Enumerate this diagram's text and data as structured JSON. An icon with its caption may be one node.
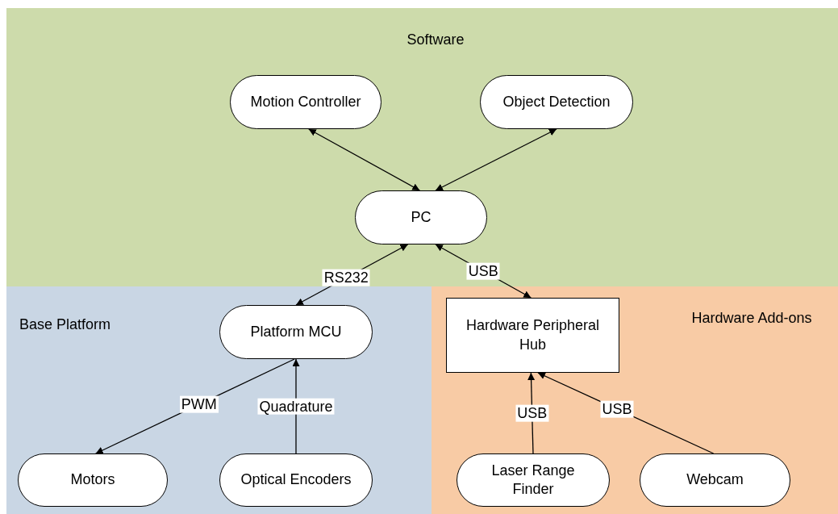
{
  "diagram": {
    "nodes": [
      {
        "text": [
          "Software"
        ]
      },
      {
        "text": [
          "Motion Controller"
        ],
        "in": 0
      },
      {
        "text": [
          "Object Detection"
        ],
        "in": 0
      },
      {
        "text": [
          "PC"
        ],
        "in": 0
      },
      {
        "text": [
          "Base Platform"
        ]
      },
      {
        "text": [
          "Platform MCU"
        ],
        "in": 4
      },
      {
        "text": [
          "Motors"
        ],
        "in": 4
      },
      {
        "text": [
          "Optical Encoders"
        ],
        "in": 4
      },
      {
        "text": [
          "Hardware Add-ons"
        ]
      },
      {
        "text": [
          "Hardware Peripheral Hub"
        ],
        "in": 8
      },
      {
        "text": [
          "Laser Range Finder"
        ],
        "in": 8
      },
      {
        "text": [
          "Webcam"
        ],
        "in": 8
      }
    ],
    "edges": [
      {
        "from": 1,
        "to": 3,
        "arrow": "both"
      },
      {
        "from": 2,
        "to": 3,
        "arrow": "both"
      },
      {
        "from": 3,
        "to": 5,
        "arrow": "both",
        "label": "RS232"
      },
      {
        "from": 3,
        "to": 9,
        "arrow": "both",
        "label": "USB"
      },
      {
        "from": 5,
        "to": 6,
        "arrow": "to",
        "label": "PWM"
      },
      {
        "from": 7,
        "to": 5,
        "arrow": "to",
        "label": "Quadrature"
      },
      {
        "from": 10,
        "to": 9,
        "arrow": "to",
        "label": "USB"
      },
      {
        "from": 11,
        "to": 9,
        "arrow": "to",
        "label": "USB"
      }
    ]
  }
}
